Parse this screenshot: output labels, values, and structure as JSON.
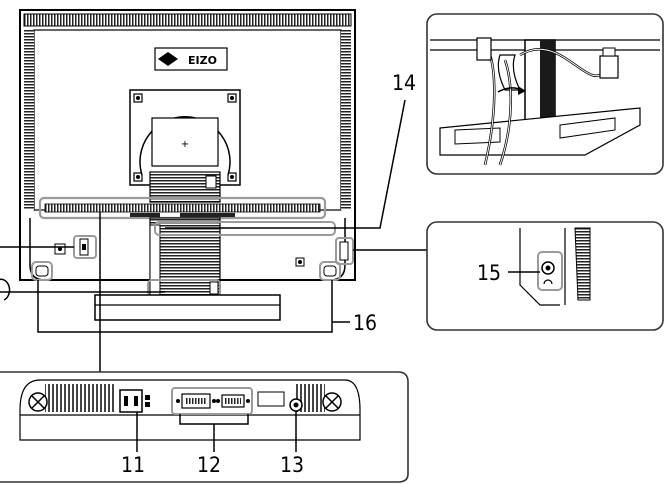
{
  "callouts": {
    "c11": "11",
    "c12": "12",
    "c13": "13",
    "c14": "14",
    "c15": "15",
    "c16": "16"
  },
  "logo": {
    "text": "EIZO"
  },
  "colors": {
    "line": "#000000",
    "panel_border": "#333333",
    "gray": "#9a9a9a",
    "dark": "#1a1a1a"
  }
}
